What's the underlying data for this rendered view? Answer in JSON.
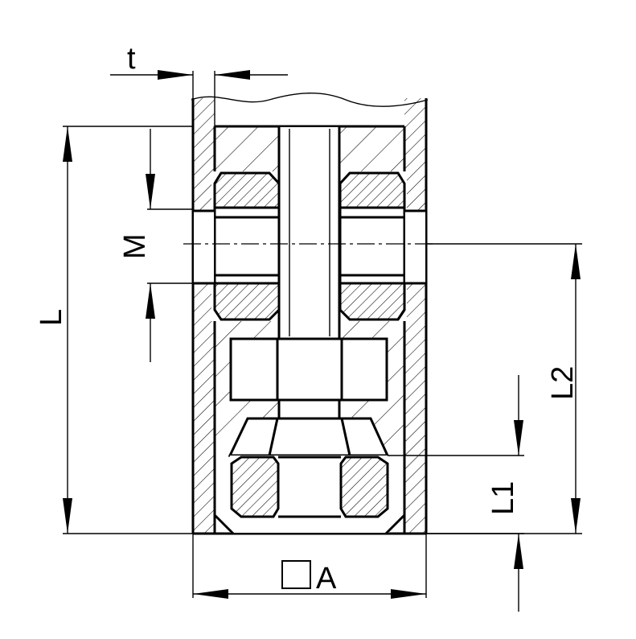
{
  "labels": {
    "t": "t",
    "M": "M",
    "L": "L",
    "L1": "L1",
    "L2": "L2",
    "A": "A"
  }
}
